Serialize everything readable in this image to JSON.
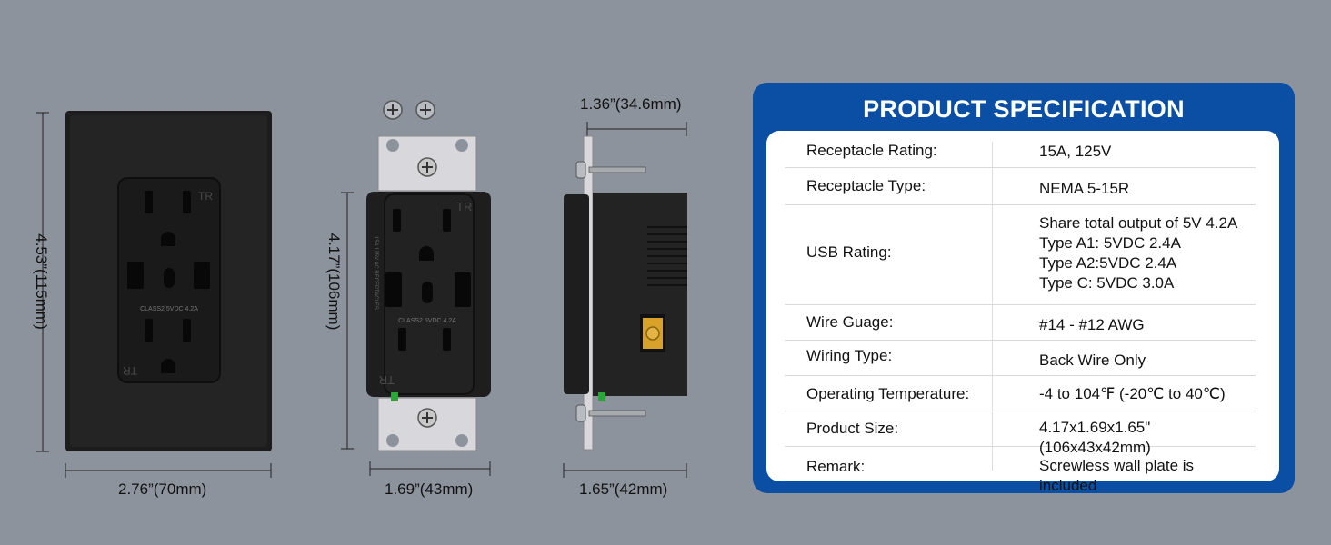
{
  "dimensions": {
    "plate_height": "4.53”(115mm)",
    "plate_width": "2.76”(70mm)",
    "outlet_height": "4.17”(106mm)",
    "outlet_width": "1.69”(43mm)",
    "side_top_depth": "1.36”(34.6mm)",
    "side_bottom_depth": "1.65”(42mm)"
  },
  "product_markings": {
    "tr_top": "TR",
    "tr_bottom": "TR",
    "usb_class": "CLASS2 5VDC 4.2A",
    "side_text": "15A 125V AC RECEPTACLES"
  },
  "spec": {
    "title": "PRODUCT SPECIFICATION",
    "rows": [
      {
        "key": "Receptacle Rating:",
        "lines": [
          "15A, 125V"
        ]
      },
      {
        "key": "Receptacle Type:",
        "lines": [
          "NEMA 5-15R"
        ]
      },
      {
        "key": "USB Rating:",
        "lines": [
          "Share total output of 5V 4.2A",
          "Type A1: 5VDC 2.4A",
          "Type A2:5VDC 2.4A",
          "Type C: 5VDC 3.0A"
        ]
      },
      {
        "key": "Wire Guage:",
        "lines": [
          "#14 - #12 AWG"
        ]
      },
      {
        "key": "Wiring Type:",
        "lines": [
          "Back Wire Only"
        ]
      },
      {
        "key": "Operating Temperature:",
        "lines": [
          "-4 to 104℉ (-20℃ to 40℃)"
        ]
      },
      {
        "key": "Product Size:",
        "lines": [
          "4.17x1.69x1.65\" (106x43x42mm)"
        ]
      },
      {
        "key": "Remark:",
        "lines": [
          "Screwless wall plate is included"
        ]
      }
    ]
  }
}
